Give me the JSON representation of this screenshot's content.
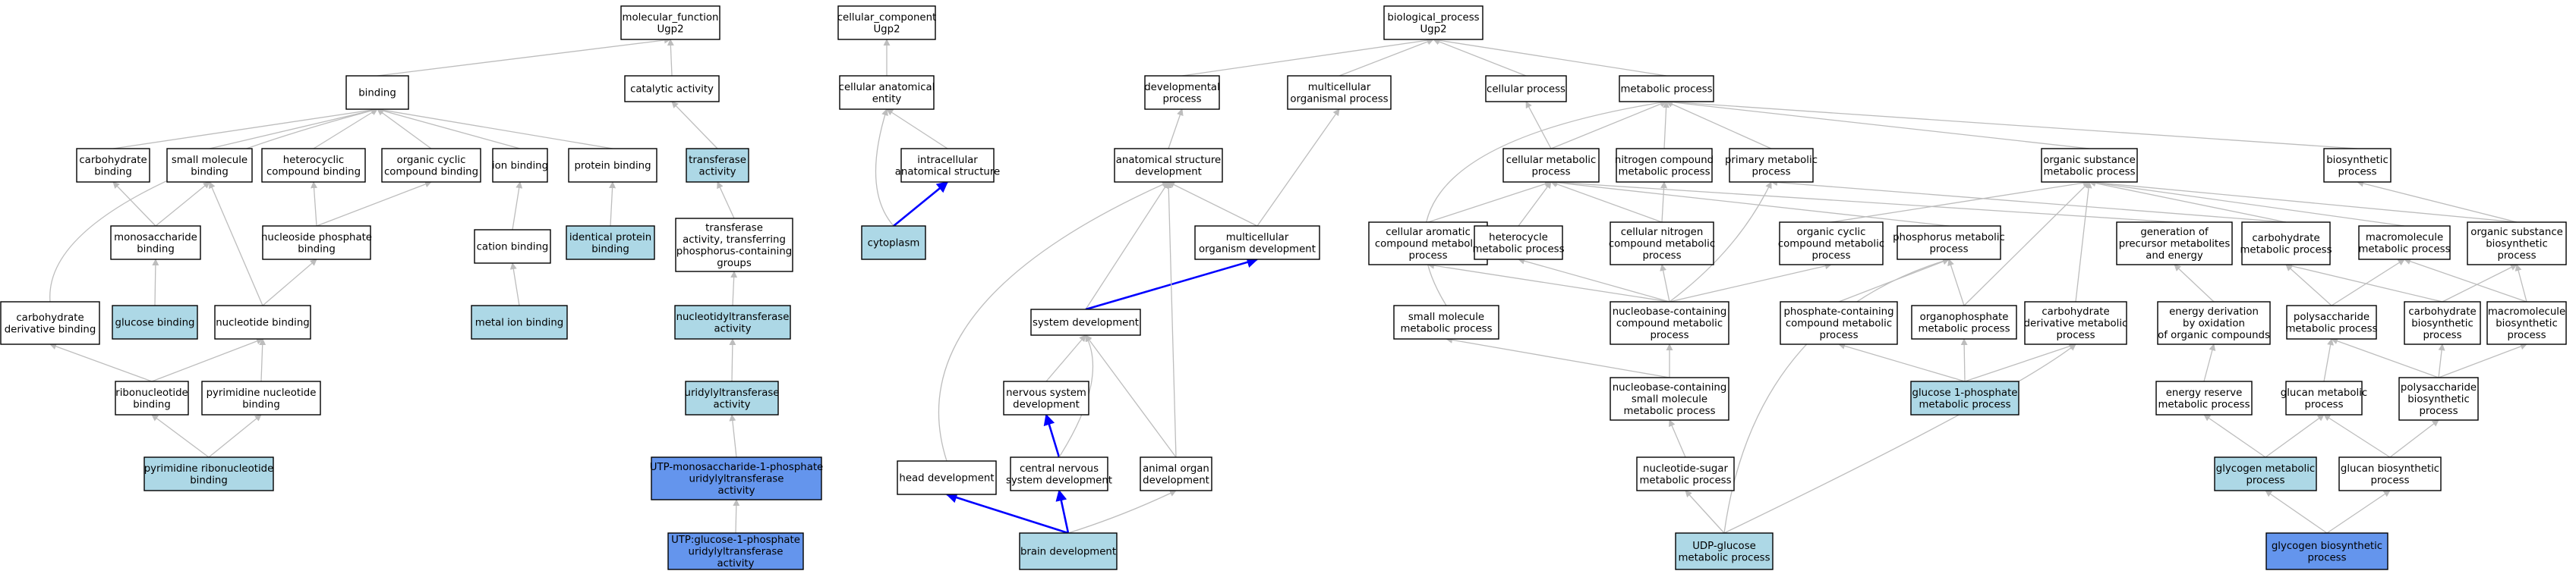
{
  "colors": {
    "plain": "#ffffff",
    "light": "#add8e6",
    "dark": "#6495ed",
    "edge_gray": "#bdbdbd",
    "edge_blue": "#0000ff"
  },
  "nodes": [
    {
      "id": "mf",
      "lines": [
        "molecular_function",
        "Ugp2"
      ],
      "style": "plain"
    },
    {
      "id": "cc",
      "lines": [
        "cellular_component",
        "Ugp2"
      ],
      "style": "plain"
    },
    {
      "id": "bp",
      "lines": [
        "biological_process",
        "Ugp2"
      ],
      "style": "plain"
    },
    {
      "id": "bind",
      "lines": [
        "binding"
      ],
      "style": "plain"
    },
    {
      "id": "cat",
      "lines": [
        "catalytic activity"
      ],
      "style": "plain"
    },
    {
      "id": "cae",
      "lines": [
        "cellular anatomical",
        "entity"
      ],
      "style": "plain"
    },
    {
      "id": "dev",
      "lines": [
        "developmental",
        "process"
      ],
      "style": "plain"
    },
    {
      "id": "multi",
      "lines": [
        "multicellular",
        "organismal process"
      ],
      "style": "plain"
    },
    {
      "id": "cellp",
      "lines": [
        "cellular process"
      ],
      "style": "plain"
    },
    {
      "id": "metab",
      "lines": [
        "metabolic process"
      ],
      "style": "plain"
    },
    {
      "id": "carbb",
      "lines": [
        "carbohydrate",
        "binding"
      ],
      "style": "plain"
    },
    {
      "id": "smb",
      "lines": [
        "small molecule",
        "binding"
      ],
      "style": "plain"
    },
    {
      "id": "hetb",
      "lines": [
        "heterocyclic",
        "compound binding"
      ],
      "style": "plain"
    },
    {
      "id": "ocb",
      "lines": [
        "organic cyclic",
        "compound binding"
      ],
      "style": "plain"
    },
    {
      "id": "ionb",
      "lines": [
        "ion binding"
      ],
      "style": "plain"
    },
    {
      "id": "protb",
      "lines": [
        "protein binding"
      ],
      "style": "plain"
    },
    {
      "id": "trans",
      "lines": [
        "transferase",
        "activity"
      ],
      "style": "light"
    },
    {
      "id": "ics",
      "lines": [
        "intracellular",
        "anatomical structure"
      ],
      "style": "plain"
    },
    {
      "id": "asd",
      "lines": [
        "anatomical structure",
        "development"
      ],
      "style": "plain"
    },
    {
      "id": "cmp",
      "lines": [
        "cellular metabolic",
        "process"
      ],
      "style": "plain"
    },
    {
      "id": "ncmp",
      "lines": [
        "nitrogen compound",
        "metabolic process"
      ],
      "style": "plain"
    },
    {
      "id": "pmp",
      "lines": [
        "primary metabolic",
        "process"
      ],
      "style": "plain"
    },
    {
      "id": "osmp",
      "lines": [
        "organic substance",
        "metabolic process"
      ],
      "style": "plain"
    },
    {
      "id": "bios",
      "lines": [
        "biosynthetic",
        "process"
      ],
      "style": "plain"
    },
    {
      "id": "monob",
      "lines": [
        "monosaccharide",
        "binding"
      ],
      "style": "plain"
    },
    {
      "id": "npb",
      "lines": [
        "nucleoside phosphate",
        "binding"
      ],
      "style": "plain"
    },
    {
      "id": "catb",
      "lines": [
        "cation binding"
      ],
      "style": "plain"
    },
    {
      "id": "idpb",
      "lines": [
        "identical protein",
        "binding"
      ],
      "style": "light"
    },
    {
      "id": "ttp",
      "lines": [
        "transferase",
        "activity, transferring",
        "phosphorus-containing",
        "groups"
      ],
      "style": "plain"
    },
    {
      "id": "cyto",
      "lines": [
        "cytoplasm"
      ],
      "style": "light"
    },
    {
      "id": "mod",
      "lines": [
        "multicellular",
        "organism development"
      ],
      "style": "plain"
    },
    {
      "id": "cacmp",
      "lines": [
        "cellular aromatic",
        "compound metabolic",
        "process"
      ],
      "style": "plain"
    },
    {
      "id": "hmp",
      "lines": [
        "heterocycle",
        "metabolic process"
      ],
      "style": "plain"
    },
    {
      "id": "cncmp",
      "lines": [
        "cellular nitrogen",
        "compound metabolic",
        "process"
      ],
      "style": "plain"
    },
    {
      "id": "occmp",
      "lines": [
        "organic cyclic",
        "compound metabolic",
        "process"
      ],
      "style": "plain"
    },
    {
      "id": "phmp",
      "lines": [
        "phosphorus metabolic",
        "process"
      ],
      "style": "plain"
    },
    {
      "id": "gpme",
      "lines": [
        "generation of",
        "precursor metabolites",
        "and energy"
      ],
      "style": "plain"
    },
    {
      "id": "chmp",
      "lines": [
        "carbohydrate",
        "metabolic process"
      ],
      "style": "plain"
    },
    {
      "id": "mmp",
      "lines": [
        "macromolecule",
        "metabolic process"
      ],
      "style": "plain"
    },
    {
      "id": "osbp",
      "lines": [
        "organic substance",
        "biosynthetic",
        "process"
      ],
      "style": "plain"
    },
    {
      "id": "glcb",
      "lines": [
        "glucose binding"
      ],
      "style": "light"
    },
    {
      "id": "cdb",
      "lines": [
        "carbohydrate",
        "derivative binding"
      ],
      "style": "plain"
    },
    {
      "id": "nucb",
      "lines": [
        "nucleotide binding"
      ],
      "style": "plain"
    },
    {
      "id": "mib",
      "lines": [
        "metal ion binding"
      ],
      "style": "light"
    },
    {
      "id": "ntt",
      "lines": [
        "nucleotidyltransferase",
        "activity"
      ],
      "style": "light"
    },
    {
      "id": "sysd",
      "lines": [
        "system development"
      ],
      "style": "plain"
    },
    {
      "id": "smmp",
      "lines": [
        "small molecule",
        "metabolic process"
      ],
      "style": "plain"
    },
    {
      "id": "nccmp",
      "lines": [
        "nucleobase-containing",
        "compound metabolic",
        "process"
      ],
      "style": "plain"
    },
    {
      "id": "pccmp",
      "lines": [
        "phosphate-containing",
        "compound metabolic",
        "process"
      ],
      "style": "plain"
    },
    {
      "id": "opmp",
      "lines": [
        "organophosphate",
        "metabolic process"
      ],
      "style": "plain"
    },
    {
      "id": "cdmp",
      "lines": [
        "carbohydrate",
        "derivative metabolic",
        "process"
      ],
      "style": "plain"
    },
    {
      "id": "edoo",
      "lines": [
        "energy derivation",
        "by oxidation",
        "of organic compounds"
      ],
      "style": "plain"
    },
    {
      "id": "psmp",
      "lines": [
        "polysaccharide",
        "metabolic process"
      ],
      "style": "plain"
    },
    {
      "id": "chbp",
      "lines": [
        "carbohydrate",
        "biosynthetic",
        "process"
      ],
      "style": "plain"
    },
    {
      "id": "mbp",
      "lines": [
        "macromolecule",
        "biosynthetic",
        "process"
      ],
      "style": "plain"
    },
    {
      "id": "rnb",
      "lines": [
        "ribonucleotide",
        "binding"
      ],
      "style": "plain"
    },
    {
      "id": "pynb",
      "lines": [
        "pyrimidine nucleotide",
        "binding"
      ],
      "style": "plain"
    },
    {
      "id": "utt",
      "lines": [
        "uridylyltransferase",
        "activity"
      ],
      "style": "light"
    },
    {
      "id": "nsd",
      "lines": [
        "nervous system",
        "development"
      ],
      "style": "plain"
    },
    {
      "id": "ncsmp",
      "lines": [
        "nucleobase-containing",
        "small molecule",
        "metabolic process"
      ],
      "style": "plain"
    },
    {
      "id": "g1p",
      "lines": [
        "glucose 1-phosphate",
        "metabolic process"
      ],
      "style": "light"
    },
    {
      "id": "ermp",
      "lines": [
        "energy reserve",
        "metabolic process"
      ],
      "style": "plain"
    },
    {
      "id": "glmp",
      "lines": [
        "glucan metabolic",
        "process"
      ],
      "style": "plain"
    },
    {
      "id": "psbp",
      "lines": [
        "polysaccharide",
        "biosynthetic",
        "process"
      ],
      "style": "plain"
    },
    {
      "id": "prnb",
      "lines": [
        "pyrimidine ribonucleotide",
        "binding"
      ],
      "style": "light"
    },
    {
      "id": "utpm",
      "lines": [
        "UTP-monosaccharide-1-phosphate",
        "uridylyltransferase",
        "activity"
      ],
      "style": "dark"
    },
    {
      "id": "hd",
      "lines": [
        "head development"
      ],
      "style": "plain"
    },
    {
      "id": "cnsd",
      "lines": [
        "central nervous",
        "system development"
      ],
      "style": "plain"
    },
    {
      "id": "aod",
      "lines": [
        "animal organ",
        "development"
      ],
      "style": "plain"
    },
    {
      "id": "nsmp",
      "lines": [
        "nucleotide-sugar",
        "metabolic process"
      ],
      "style": "plain"
    },
    {
      "id": "glymp",
      "lines": [
        "glycogen metabolic",
        "process"
      ],
      "style": "light"
    },
    {
      "id": "glbp",
      "lines": [
        "glucan biosynthetic",
        "process"
      ],
      "style": "plain"
    },
    {
      "id": "utpg",
      "lines": [
        "UTP:glucose-1-phosphate",
        "uridylyltransferase",
        "activity"
      ],
      "style": "dark"
    },
    {
      "id": "brain",
      "lines": [
        "brain development"
      ],
      "style": "light"
    },
    {
      "id": "udpg",
      "lines": [
        "UDP-glucose",
        "metabolic process"
      ],
      "style": "light"
    },
    {
      "id": "glybp",
      "lines": [
        "glycogen biosynthetic",
        "process"
      ],
      "style": "dark"
    }
  ],
  "edges": [
    {
      "from": "bind",
      "to": "mf",
      "color": "gray"
    },
    {
      "from": "cat",
      "to": "mf",
      "color": "gray"
    },
    {
      "from": "cae",
      "to": "cc",
      "color": "gray"
    },
    {
      "from": "dev",
      "to": "bp",
      "color": "gray"
    },
    {
      "from": "multi",
      "to": "bp",
      "color": "gray"
    },
    {
      "from": "cellp",
      "to": "bp",
      "color": "gray"
    },
    {
      "from": "metab",
      "to": "bp",
      "color": "gray"
    },
    {
      "from": "carbb",
      "to": "bind",
      "color": "gray"
    },
    {
      "from": "smb",
      "to": "bind",
      "color": "gray"
    },
    {
      "from": "hetb",
      "to": "bind",
      "color": "gray"
    },
    {
      "from": "ocb",
      "to": "bind",
      "color": "gray"
    },
    {
      "from": "ionb",
      "to": "bind",
      "color": "gray"
    },
    {
      "from": "protb",
      "to": "bind",
      "color": "gray"
    },
    {
      "from": "cdb",
      "to": "bind",
      "color": "gray"
    },
    {
      "from": "trans",
      "to": "cat",
      "color": "gray"
    },
    {
      "from": "ics",
      "to": "cae",
      "color": "gray"
    },
    {
      "from": "cyto",
      "to": "cae",
      "color": "gray"
    },
    {
      "from": "cyto",
      "to": "ics",
      "color": "blue"
    },
    {
      "from": "asd",
      "to": "dev",
      "color": "gray"
    },
    {
      "from": "mod",
      "to": "multi",
      "color": "gray"
    },
    {
      "from": "cmp",
      "to": "cellp",
      "color": "gray"
    },
    {
      "from": "cmp",
      "to": "metab",
      "color": "gray"
    },
    {
      "from": "ncmp",
      "to": "metab",
      "color": "gray"
    },
    {
      "from": "pmp",
      "to": "metab",
      "color": "gray"
    },
    {
      "from": "osmp",
      "to": "metab",
      "color": "gray"
    },
    {
      "from": "bios",
      "to": "metab",
      "color": "gray"
    },
    {
      "from": "smmp",
      "to": "metab",
      "color": "gray"
    },
    {
      "from": "monob",
      "to": "carbb",
      "color": "gray"
    },
    {
      "from": "monob",
      "to": "smb",
      "color": "gray"
    },
    {
      "from": "npb",
      "to": "ocb",
      "color": "gray"
    },
    {
      "from": "npb",
      "to": "hetb",
      "color": "gray"
    },
    {
      "from": "catb",
      "to": "ionb",
      "color": "gray"
    },
    {
      "from": "idpb",
      "to": "protb",
      "color": "gray"
    },
    {
      "from": "ttp",
      "to": "trans",
      "color": "gray"
    },
    {
      "from": "mod",
      "to": "asd",
      "color": "gray"
    },
    {
      "from": "cacmp",
      "to": "cmp",
      "color": "gray"
    },
    {
      "from": "hmp",
      "to": "cmp",
      "color": "gray"
    },
    {
      "from": "cncmp",
      "to": "cmp",
      "color": "gray"
    },
    {
      "from": "cncmp",
      "to": "ncmp",
      "color": "gray"
    },
    {
      "from": "phmp",
      "to": "cmp",
      "color": "gray"
    },
    {
      "from": "gpme",
      "to": "cmp",
      "color": "gray"
    },
    {
      "from": "occmp",
      "to": "osmp",
      "color": "gray"
    },
    {
      "from": "chmp",
      "to": "osmp",
      "color": "gray"
    },
    {
      "from": "chmp",
      "to": "pmp",
      "color": "gray"
    },
    {
      "from": "mmp",
      "to": "osmp",
      "color": "gray"
    },
    {
      "from": "osbp",
      "to": "osmp",
      "color": "gray"
    },
    {
      "from": "osbp",
      "to": "bios",
      "color": "gray"
    },
    {
      "from": "glcb",
      "to": "monob",
      "color": "gray"
    },
    {
      "from": "nucb",
      "to": "npb",
      "color": "gray"
    },
    {
      "from": "nucb",
      "to": "smb",
      "color": "gray"
    },
    {
      "from": "mib",
      "to": "catb",
      "color": "gray"
    },
    {
      "from": "ntt",
      "to": "ttp",
      "color": "gray"
    },
    {
      "from": "sysd",
      "to": "asd",
      "color": "gray"
    },
    {
      "from": "sysd",
      "to": "mod",
      "color": "blue"
    },
    {
      "from": "nccmp",
      "to": "cacmp",
      "color": "gray"
    },
    {
      "from": "nccmp",
      "to": "hmp",
      "color": "gray"
    },
    {
      "from": "nccmp",
      "to": "cncmp",
      "color": "gray"
    },
    {
      "from": "nccmp",
      "to": "occmp",
      "color": "gray"
    },
    {
      "from": "nccmp",
      "to": "pmp",
      "color": "gray"
    },
    {
      "from": "pccmp",
      "to": "phmp",
      "color": "gray"
    },
    {
      "from": "opmp",
      "to": "phmp",
      "color": "gray"
    },
    {
      "from": "opmp",
      "to": "osmp",
      "color": "gray"
    },
    {
      "from": "cdmp",
      "to": "osmp",
      "color": "gray"
    },
    {
      "from": "edoo",
      "to": "gpme",
      "color": "gray"
    },
    {
      "from": "psmp",
      "to": "chmp",
      "color": "gray"
    },
    {
      "from": "psmp",
      "to": "mmp",
      "color": "gray"
    },
    {
      "from": "chbp",
      "to": "chmp",
      "color": "gray"
    },
    {
      "from": "chbp",
      "to": "osbp",
      "color": "gray"
    },
    {
      "from": "mbp",
      "to": "mmp",
      "color": "gray"
    },
    {
      "from": "mbp",
      "to": "osbp",
      "color": "gray"
    },
    {
      "from": "rnb",
      "to": "nucb",
      "color": "gray"
    },
    {
      "from": "rnb",
      "to": "cdb",
      "color": "gray"
    },
    {
      "from": "pynb",
      "to": "nucb",
      "color": "gray"
    },
    {
      "from": "utt",
      "to": "ntt",
      "color": "gray"
    },
    {
      "from": "nsd",
      "to": "sysd",
      "color": "gray"
    },
    {
      "from": "ncsmp",
      "to": "nccmp",
      "color": "gray"
    },
    {
      "from": "ncsmp",
      "to": "smmp",
      "color": "gray"
    },
    {
      "from": "g1p",
      "to": "pccmp",
      "color": "gray"
    },
    {
      "from": "g1p",
      "to": "opmp",
      "color": "gray"
    },
    {
      "from": "g1p",
      "to": "cdmp",
      "color": "gray"
    },
    {
      "from": "ermp",
      "to": "edoo",
      "color": "gray"
    },
    {
      "from": "glmp",
      "to": "psmp",
      "color": "gray"
    },
    {
      "from": "psbp",
      "to": "psmp",
      "color": "gray"
    },
    {
      "from": "psbp",
      "to": "chbp",
      "color": "gray"
    },
    {
      "from": "psbp",
      "to": "mbp",
      "color": "gray"
    },
    {
      "from": "prnb",
      "to": "rnb",
      "color": "gray"
    },
    {
      "from": "prnb",
      "to": "pynb",
      "color": "gray"
    },
    {
      "from": "utpm",
      "to": "utt",
      "color": "gray"
    },
    {
      "from": "hd",
      "to": "asd",
      "color": "gray"
    },
    {
      "from": "cnsd",
      "to": "nsd",
      "color": "blue"
    },
    {
      "from": "cnsd",
      "to": "sysd",
      "color": "gray"
    },
    {
      "from": "aod",
      "to": "asd",
      "color": "gray"
    },
    {
      "from": "aod",
      "to": "sysd",
      "color": "gray"
    },
    {
      "from": "nsmp",
      "to": "ncsmp",
      "color": "gray"
    },
    {
      "from": "glymp",
      "to": "ermp",
      "color": "gray"
    },
    {
      "from": "glymp",
      "to": "glmp",
      "color": "gray"
    },
    {
      "from": "glbp",
      "to": "glmp",
      "color": "gray"
    },
    {
      "from": "glbp",
      "to": "psbp",
      "color": "gray"
    },
    {
      "from": "utpg",
      "to": "utpm",
      "color": "gray"
    },
    {
      "from": "brain",
      "to": "hd",
      "color": "blue"
    },
    {
      "from": "brain",
      "to": "cnsd",
      "color": "blue"
    },
    {
      "from": "brain",
      "to": "aod",
      "color": "gray"
    },
    {
      "from": "udpg",
      "to": "nsmp",
      "color": "gray"
    },
    {
      "from": "udpg",
      "to": "phmp",
      "color": "gray"
    },
    {
      "from": "udpg",
      "to": "cdmp",
      "color": "gray"
    },
    {
      "from": "glybp",
      "to": "glymp",
      "color": "gray"
    },
    {
      "from": "glybp",
      "to": "glbp",
      "color": "gray"
    }
  ]
}
